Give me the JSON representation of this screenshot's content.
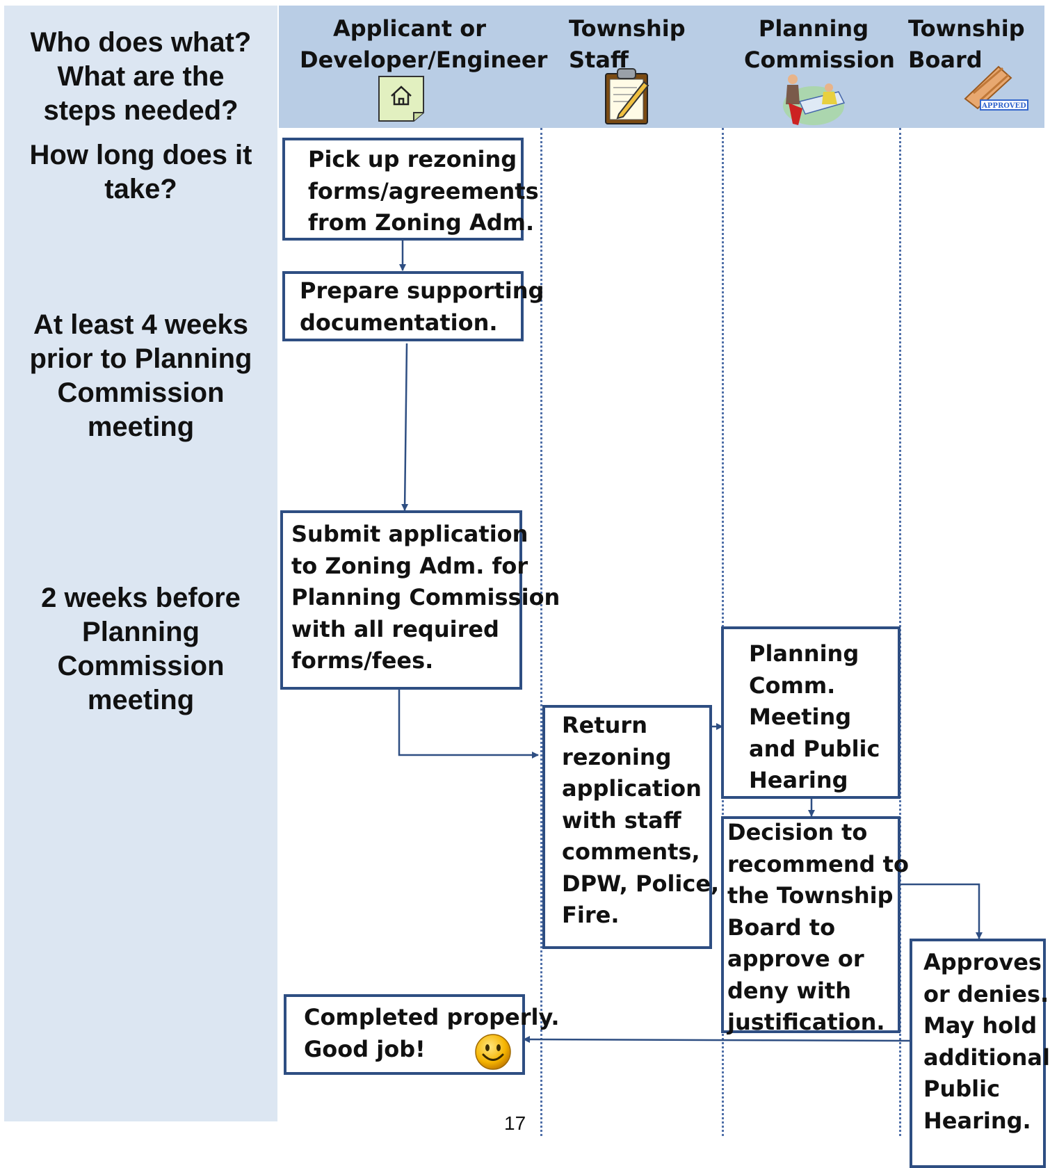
{
  "sidebar": {
    "q_who": "Who does what?\nWhat are the\nsteps needed?",
    "q_how_long": "How long does it\ntake?",
    "timing_4_weeks": "At least 4 weeks\nprior to Planning\nCommission\nmeeting",
    "timing_2_weeks": "2 weeks before\nPlanning\nCommission\nmeeting"
  },
  "lanes": {
    "applicant": "Applicant or\nDeveloper/Engineer",
    "staff": "Township\nStaff",
    "planning": "Planning\nCommission",
    "board": "Township\nBoard"
  },
  "icons": {
    "applicant": "house-note-icon",
    "staff": "clipboard-icon",
    "planning": "meeting-icon",
    "board": "approved-stamp-icon",
    "completed": "smiley-icon",
    "stamp_text": "APPROVED"
  },
  "steps": {
    "pickup": "Pick up rezoning\nforms/agreements\nfrom Zoning Adm.",
    "prepare": "Prepare supporting\ndocumentation.",
    "submit": "Submit application\nto Zoning Adm. for\nPlanning Commission\nwith all required\nforms/fees.",
    "return": "Return\nrezoning\napplication\nwith staff\ncomments,\nDPW, Police,\nFire.",
    "meeting": "Planning\nComm.\nMeeting\nand Public\nHearing",
    "decision": "Decision to\nrecommend to\nthe Township\nBoard to\napprove or\ndeny with\njustification.",
    "approves": "Approves\nor denies.\nMay hold\nadditional\nPublic\nHearing.",
    "completed": "Completed properly.\nGood job!"
  },
  "page_number": "17",
  "colors": {
    "sidebar": "#dce6f2",
    "header": "#b9cde5",
    "box_border": "#2e4e82",
    "arrow": "#2e4e82",
    "lane_divider": "#4f6fa8"
  }
}
